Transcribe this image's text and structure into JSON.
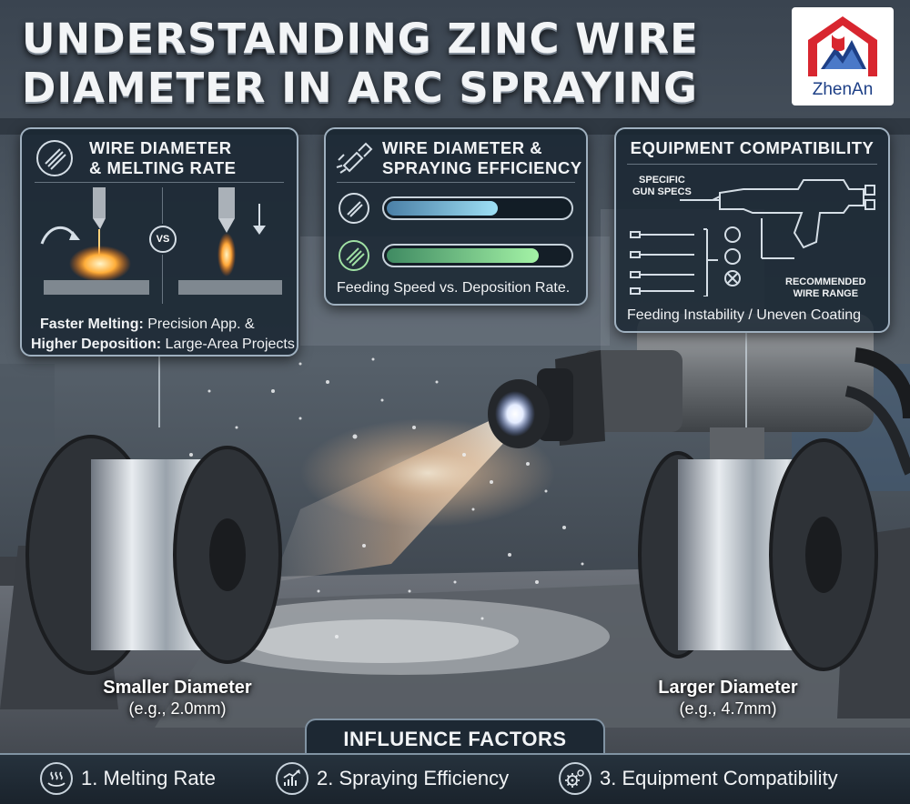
{
  "title": {
    "line1": "UNDERSTANDING ZINC WIRE",
    "line2": "DIAMETER IN ARC SPRAYING"
  },
  "logo": {
    "text": "ZhenAn"
  },
  "panels": {
    "melting": {
      "heading_line1": "WIRE DIAMETER",
      "heading_line2": "& MELTING RATE",
      "vs_label": "VS",
      "row1_bold": "Faster Melting:",
      "row1_text": " Precision App. &",
      "row2_bold": "Higher Deposition:",
      "row2_text": " Large-Area Projects"
    },
    "efficiency": {
      "heading_line1": "WIRE DIAMETER &",
      "heading_line2": "SPRAYING EFFICIENCY",
      "bars": [
        {
          "level": 0.62,
          "color": "#9ee0f5"
        },
        {
          "level": 0.84,
          "color": "#a4f3a6"
        }
      ],
      "caption": "Feeding Speed vs. Deposition Rate."
    },
    "equipment": {
      "heading": "EQUIPMENT COMPATIBILITY",
      "gun_label_line1": "SPECIFIC",
      "gun_label_line2": "GUN SPECS",
      "range_label_line1": "RECOMMENDED",
      "range_label_line2": "WIRE RANGE",
      "caption": "Feeding Instability / Uneven Coating"
    }
  },
  "spools": {
    "small": {
      "label": "Smaller Diameter",
      "example": "(e.g., 2.0mm)"
    },
    "large": {
      "label": "Larger Diameter",
      "example": "(e.g., 4.7mm)"
    }
  },
  "influence": {
    "title": "INFLUENCE FACTORS",
    "factors": [
      {
        "label": "1. Melting Rate",
        "icon": "heat-waves-icon"
      },
      {
        "label": "2. Spraying Efficiency",
        "icon": "trend-chart-icon"
      },
      {
        "label": "3. Equipment Compatibility",
        "icon": "gears-icon"
      }
    ]
  },
  "colors": {
    "panel_border": "#9fb0bf",
    "panel_bg": "#1a2632",
    "spark": "#ffb347",
    "logo_red": "#d8262f",
    "logo_blue": "#1d3f86"
  }
}
